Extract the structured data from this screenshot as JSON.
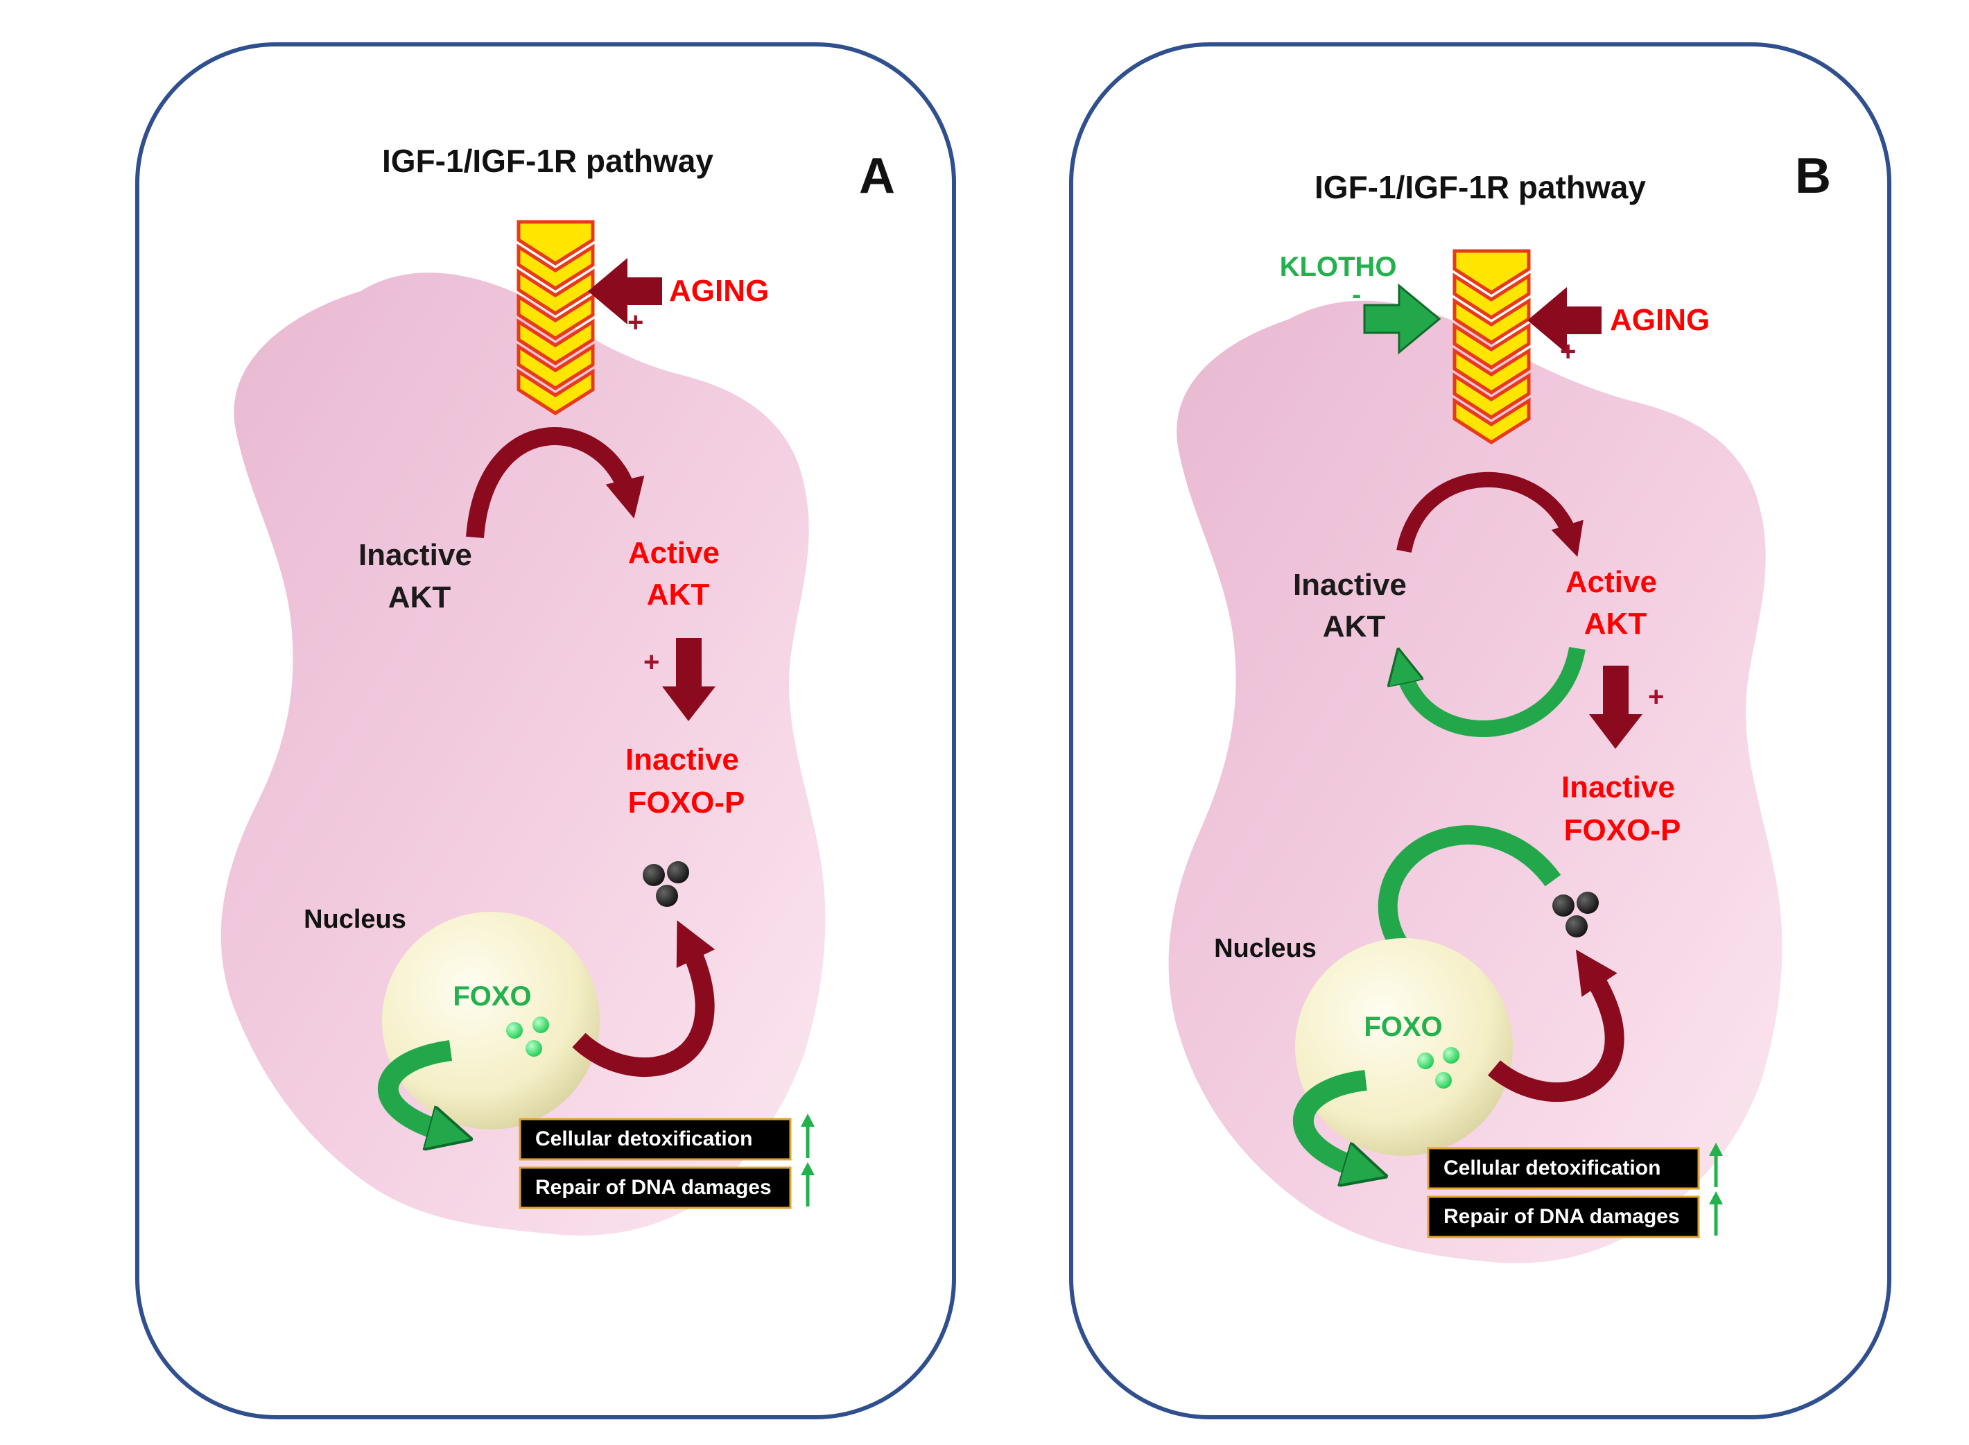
{
  "panel_a": {
    "letter": "A",
    "title": "IGF-1/IGF-1R pathway",
    "aging": "AGING",
    "aging_sign": "+",
    "inactive_akt": [
      "Inactive",
      "AKT"
    ],
    "active_akt": [
      "Active",
      "AKT"
    ],
    "akt_sign": "+",
    "inactive_foxo": [
      "Inactive",
      "FOXO-P"
    ],
    "nucleus": "Nucleus",
    "foxo": "FOXO",
    "outcomes": [
      "Cellular detoxification",
      "Repair of DNA damages"
    ]
  },
  "panel_b": {
    "letter": "B",
    "title": "IGF-1/IGF-1R pathway",
    "klotho": "KLOTHO",
    "klotho_sign": "-",
    "aging": "AGING",
    "aging_sign": "+",
    "inactive_akt": [
      "Inactive",
      "AKT"
    ],
    "active_akt": [
      "Active",
      "AKT"
    ],
    "akt_sign": "+",
    "inactive_foxo": [
      "Inactive",
      "FOXO-P"
    ],
    "nucleus": "Nucleus",
    "foxo": "FOXO",
    "outcomes": [
      "Cellular detoxification",
      "Repair of DNA damages"
    ]
  },
  "colors": {
    "panel_border": "#2f4f8f",
    "cell_fill": "#f2c6dc",
    "nucleus_fill": "#f6f2cf",
    "maroon_arrow": "#8b0a1e",
    "green_arrow": "#22a84a",
    "chevron_fill": "#ffe600",
    "chevron_edge": "#e83a1a",
    "red_text": "#ff0000",
    "green_text": "#22b14c"
  }
}
